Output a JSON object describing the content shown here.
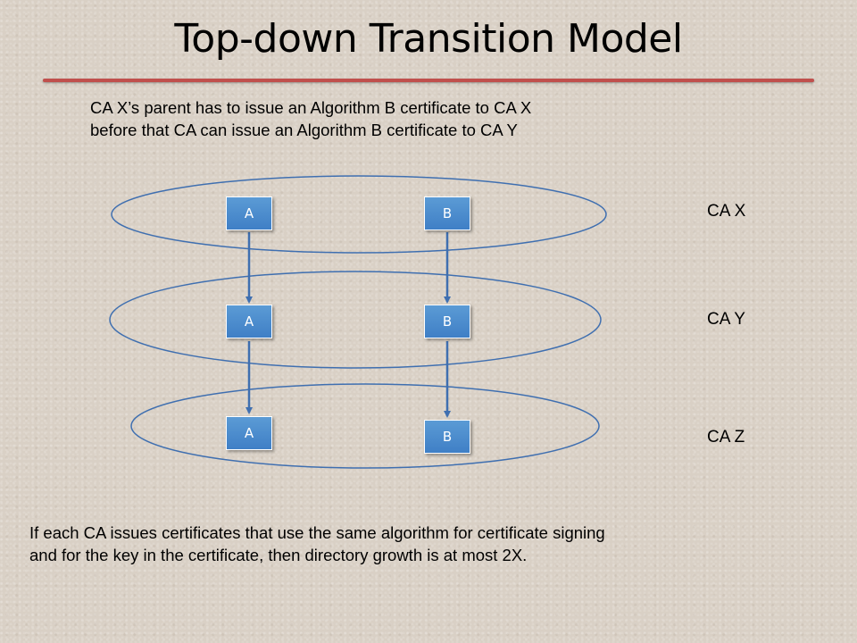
{
  "slide": {
    "title": "Top-down Transition Model",
    "top_text_line1": "CA X’s parent has to issue an Algorithm B certificate to CA X",
    "top_text_line2": "before that CA can issue an Algorithm B certificate to CA Y",
    "bottom_text_line1": "If each CA issues certificates that use the same algorithm for certificate signing",
    "bottom_text_line2": "and for the key in the certificate, then directory growth is at most 2X."
  },
  "diagram": {
    "levels": [
      {
        "label": "CA X",
        "node_a": "A",
        "node_b": "B"
      },
      {
        "label": "CA Y",
        "node_a": "A",
        "node_b": "B"
      },
      {
        "label": "CA Z",
        "node_a": "A",
        "node_b": "B"
      }
    ]
  },
  "colors": {
    "title_rule": "#c0504d",
    "node_fill": "#4f8fd0",
    "ellipse_stroke": "#3f6fb0",
    "arrow": "#3f6fb0"
  }
}
